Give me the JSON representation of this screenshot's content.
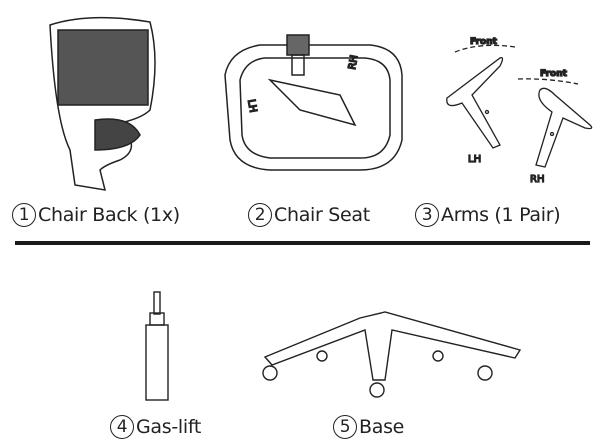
{
  "parts": [
    {
      "number": "1",
      "label": "Chair Back (1x)"
    },
    {
      "number": "2",
      "label": "Chair Seat"
    },
    {
      "number": "3",
      "label": "Arms (1 Pair)"
    },
    {
      "number": "4",
      "label": "Gas-lift"
    },
    {
      "number": "5",
      "label": "Base"
    }
  ],
  "arms": {
    "front_label": "Front",
    "left": "LH",
    "right": "RH"
  },
  "seat": {
    "left": "LH",
    "right": "RH"
  }
}
